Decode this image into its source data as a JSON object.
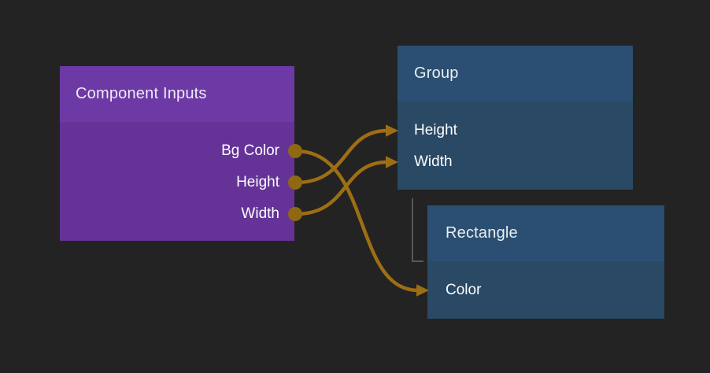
{
  "canvas": {
    "background": "#232323",
    "wire_color": "#9e6e14",
    "port_dot_color": "#8f6812",
    "arrow_color": "#9e6e14",
    "hierarchy_line_color": "#58585a",
    "port_label_color": "#fdfdfe"
  },
  "nodes": [
    {
      "title": "Component Inputs",
      "title_color": "#efeaf6",
      "header_color": "#6d3aa5",
      "body_color": "#653397",
      "ports": [
        {
          "label": "Bg Color",
          "direction": "output"
        },
        {
          "label": "Height",
          "direction": "output"
        },
        {
          "label": "Width",
          "direction": "output"
        }
      ]
    },
    {
      "title": "Group",
      "title_color": "#e9eef3",
      "header_color": "#2b4f72",
      "body_color": "#294965",
      "ports": [
        {
          "label": "Height",
          "direction": "input"
        },
        {
          "label": "Width",
          "direction": "input"
        }
      ]
    },
    {
      "title": "Rectangle",
      "title_color": "#e9eef3",
      "header_color": "#2b4f72",
      "body_color": "#294965",
      "ports": [
        {
          "label": "Color",
          "direction": "input"
        }
      ]
    }
  ],
  "connections": [
    {
      "from": "Component Inputs.Bg Color",
      "to": "Rectangle.Color"
    },
    {
      "from": "Component Inputs.Height",
      "to": "Group.Height"
    },
    {
      "from": "Component Inputs.Width",
      "to": "Group.Width"
    }
  ],
  "hierarchy": [
    {
      "parent": "Group",
      "child": "Rectangle"
    }
  ]
}
